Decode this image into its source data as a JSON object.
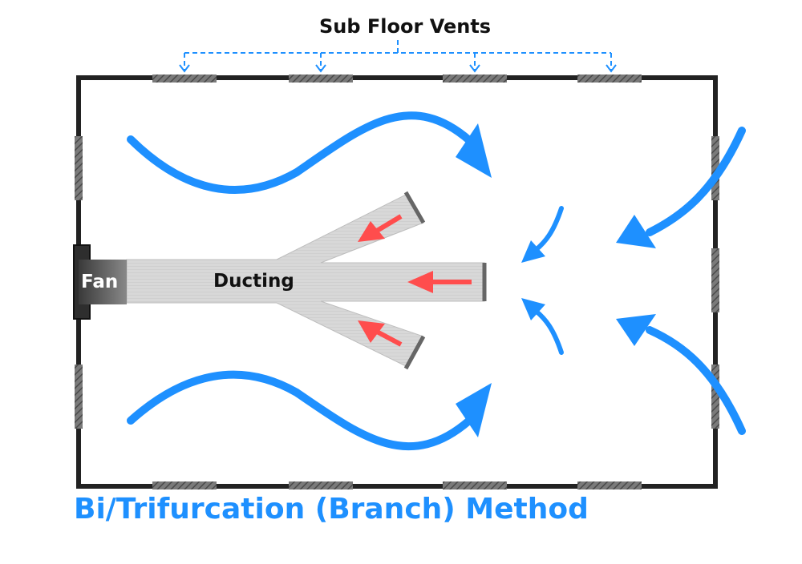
{
  "labels": {
    "vents": "Sub Floor Vents",
    "fan": "Fan",
    "ducting": "Ducting",
    "title": "Bi/Trifurcation (Branch) Method"
  },
  "colors": {
    "airflow": "#1e90ff",
    "suction": "#ff4d4d",
    "wall": "#222222",
    "vent": "#6e6e6e",
    "duct": "#d2d2d2",
    "fan": "#3a3a3a",
    "title": "#1e90ff"
  }
}
